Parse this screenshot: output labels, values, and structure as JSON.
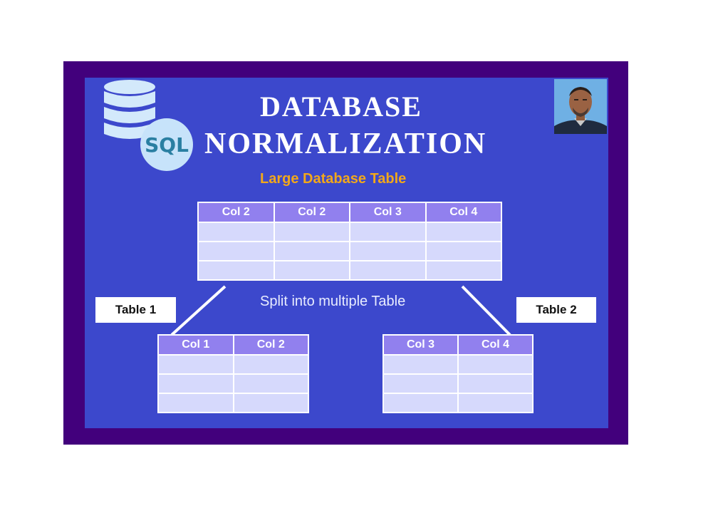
{
  "header": {
    "title_line1": "DATABASE",
    "title_line2": "NORMALIZATION",
    "subtitle": "Large Database Table",
    "sql_badge": "SQL",
    "database_icon": "database-cylinder-stack-icon",
    "avatar": "presenter-photo"
  },
  "large_table": {
    "headers": [
      "Col 2",
      "Col 2",
      "Col 3",
      "Col 4"
    ],
    "rows": 3
  },
  "split_caption": "Split into multiple Table",
  "table1": {
    "label": "Table 1",
    "headers": [
      "Col 1",
      "Col 2"
    ],
    "rows": 3
  },
  "table2": {
    "label": "Table 2",
    "headers": [
      "Col 3",
      "Col 4"
    ],
    "rows": 3
  },
  "colors": {
    "frame": "#42007c",
    "panel": "#3c48cc",
    "header_cell": "#9180ee",
    "body_cell": "#d6d9fc",
    "subtitle": "#f2a81a"
  }
}
